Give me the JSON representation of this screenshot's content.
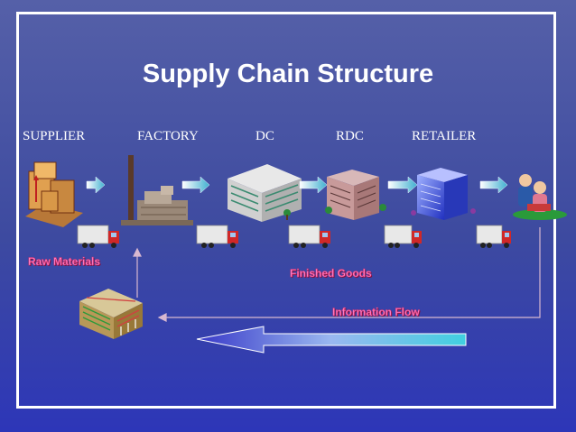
{
  "title": "Supply Chain Structure",
  "stages": [
    "SUPPLIER",
    "FACTORY",
    "DC",
    "RDC",
    "RETAILER"
  ],
  "labels": {
    "raw_materials": "Raw Materials",
    "finished_goods": "Finished Goods",
    "information_flow": "Information Flow"
  },
  "colors": {
    "background": "#3d4aa0",
    "frame": "#ffffff",
    "title": "#ffffff",
    "label": "#ff7ac0",
    "flow_arrow": "#e8ecff"
  },
  "icons": [
    "boxes-icon",
    "factory-icon",
    "dc-building-icon",
    "rdc-building-icon",
    "retailer-building-icon",
    "customers-icon",
    "truck-icon",
    "right-arrow-icon",
    "office-building-icon",
    "info-flow-arrow-icon"
  ]
}
